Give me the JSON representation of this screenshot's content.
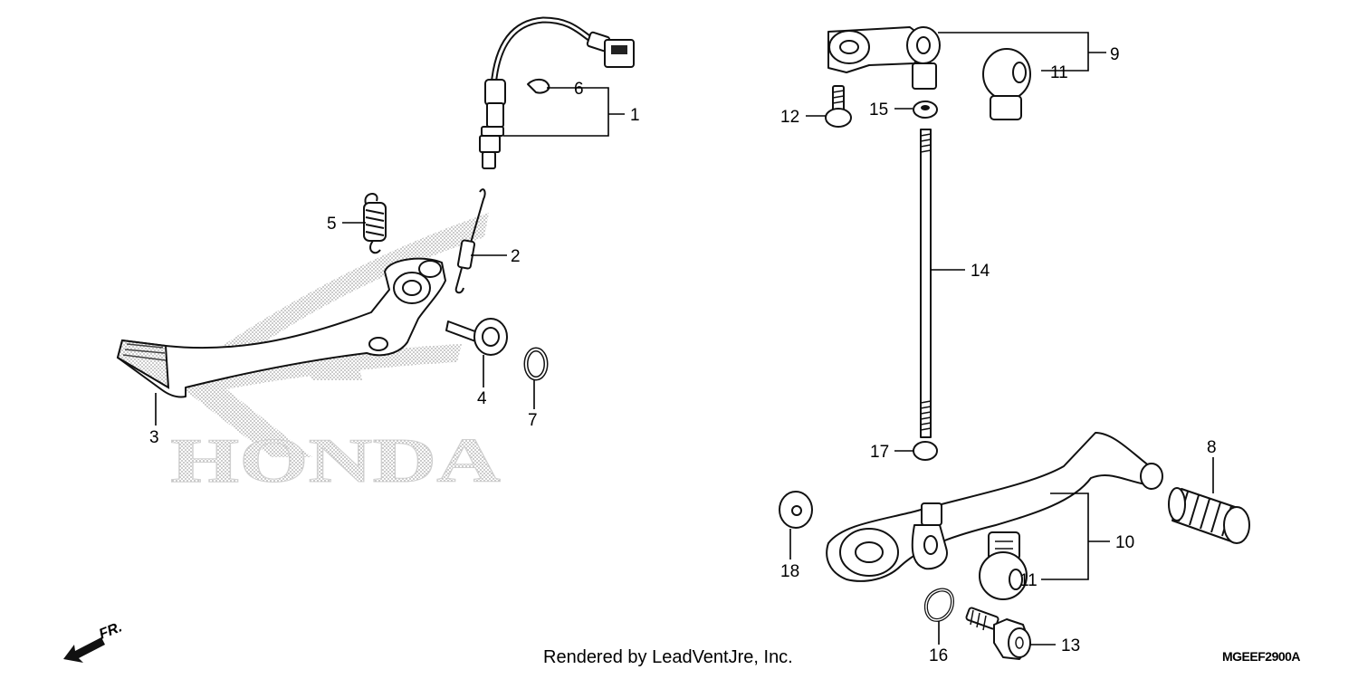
{
  "watermark": {
    "brand": "HONDA"
  },
  "callouts": [
    {
      "id": "c1",
      "label": "1"
    },
    {
      "id": "c2",
      "label": "2"
    },
    {
      "id": "c3",
      "label": "3"
    },
    {
      "id": "c4",
      "label": "4"
    },
    {
      "id": "c5",
      "label": "5"
    },
    {
      "id": "c6",
      "label": "6"
    },
    {
      "id": "c7",
      "label": "7"
    },
    {
      "id": "c8",
      "label": "8"
    },
    {
      "id": "c9",
      "label": "9"
    },
    {
      "id": "c10",
      "label": "10"
    },
    {
      "id": "c11a",
      "label": "11"
    },
    {
      "id": "c11b",
      "label": "11"
    },
    {
      "id": "c12",
      "label": "12"
    },
    {
      "id": "c13",
      "label": "13"
    },
    {
      "id": "c14",
      "label": "14"
    },
    {
      "id": "c15",
      "label": "15"
    },
    {
      "id": "c16",
      "label": "16"
    },
    {
      "id": "c17",
      "label": "17"
    },
    {
      "id": "c18",
      "label": "18"
    }
  ],
  "direction_indicator": {
    "label": "FR."
  },
  "footer": {
    "credit": "Rendered by LeadVentJre, Inc.",
    "diagram_code": "MGEEF2900A"
  }
}
